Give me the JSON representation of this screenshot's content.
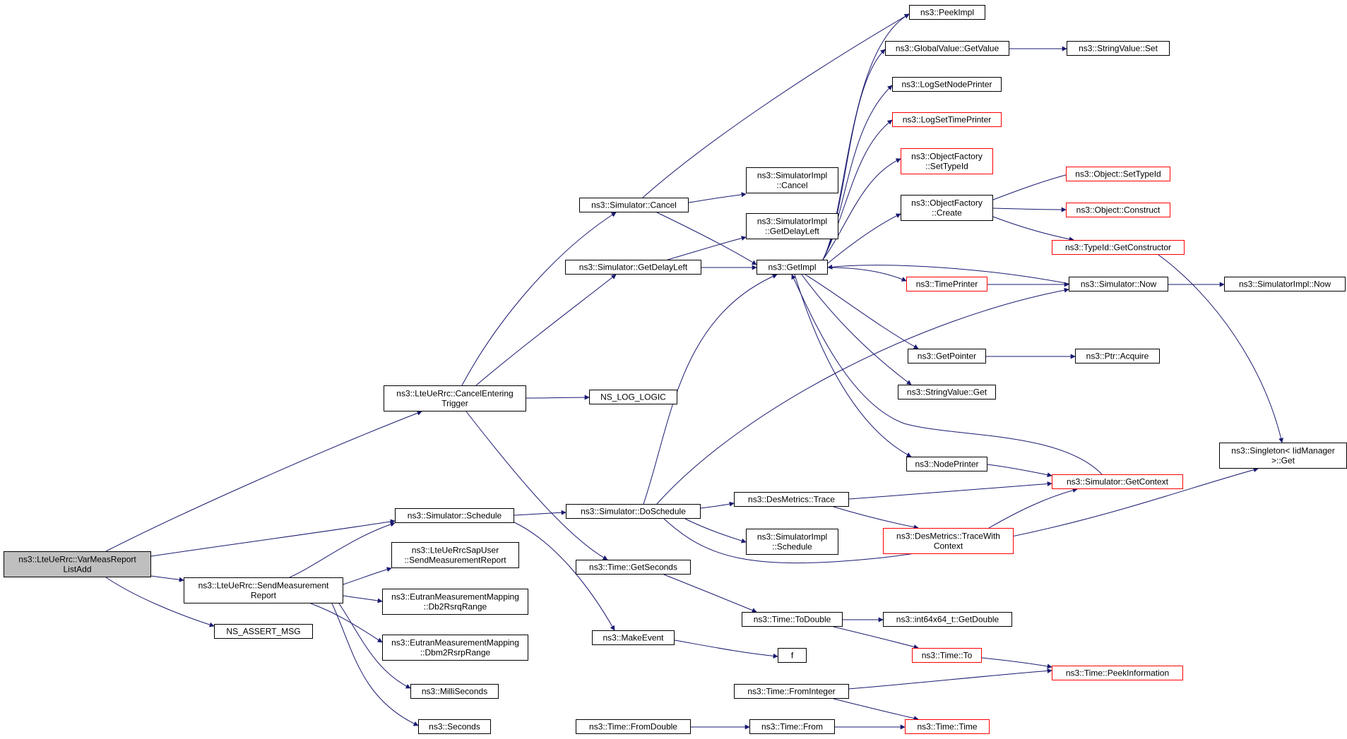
{
  "colors": {
    "edge": "#191970",
    "normal_border": "#000000",
    "truncated_border": "#ff0000",
    "root_fill": "#bfbfbf"
  },
  "nodes": {
    "root": {
      "lines": [
        "ns3::LteUeRrc::VarMeasReport",
        "ListAdd"
      ],
      "style": "root"
    },
    "cancelEntering": {
      "lines": [
        "ns3::LteUeRrc::CancelEntering",
        "Trigger"
      ],
      "style": "black"
    },
    "schedule": {
      "lines": [
        "ns3::Simulator::Schedule"
      ],
      "style": "black"
    },
    "sendMeas": {
      "lines": [
        "ns3::LteUeRrc::SendMeasurement",
        "Report"
      ],
      "style": "black"
    },
    "assertMsg": {
      "lines": [
        "NS_ASSERT_MSG"
      ],
      "style": "black"
    },
    "simCancel": {
      "lines": [
        "ns3::Simulator::Cancel"
      ],
      "style": "black"
    },
    "simGetDelayLeft": {
      "lines": [
        "ns3::Simulator::GetDelayLeft"
      ],
      "style": "black"
    },
    "nsLogLogic": {
      "lines": [
        "NS_LOG_LOGIC"
      ],
      "style": "black"
    },
    "doSchedule": {
      "lines": [
        "ns3::Simulator::DoSchedule"
      ],
      "style": "black"
    },
    "sapUserSend": {
      "lines": [
        "ns3::LteUeRrcSapUser",
        "::SendMeasurementReport"
      ],
      "style": "black"
    },
    "db2Rsrq": {
      "lines": [
        "ns3::EutranMeasurementMapping",
        "::Db2RsrqRange"
      ],
      "style": "black"
    },
    "dbm2Rsrp": {
      "lines": [
        "ns3::EutranMeasurementMapping",
        "::Dbm2RsrpRange"
      ],
      "style": "black"
    },
    "milliSeconds": {
      "lines": [
        "ns3::MilliSeconds"
      ],
      "style": "black"
    },
    "seconds": {
      "lines": [
        "ns3::Seconds"
      ],
      "style": "black"
    },
    "implCancel": {
      "lines": [
        "ns3::SimulatorImpl",
        "::Cancel"
      ],
      "style": "black"
    },
    "implGetDelayLeft": {
      "lines": [
        "ns3::SimulatorImpl",
        "::GetDelayLeft"
      ],
      "style": "black"
    },
    "getImpl": {
      "lines": [
        "ns3::GetImpl"
      ],
      "style": "black"
    },
    "timeGetSeconds": {
      "lines": [
        "ns3::Time::GetSeconds"
      ],
      "style": "black"
    },
    "makeEvent": {
      "lines": [
        "ns3::MakeEvent"
      ],
      "style": "black"
    },
    "timeFromDouble": {
      "lines": [
        "ns3::Time::FromDouble"
      ],
      "style": "black"
    },
    "desTrace": {
      "lines": [
        "ns3::DesMetrics::Trace"
      ],
      "style": "black"
    },
    "implSchedule": {
      "lines": [
        "ns3::SimulatorImpl",
        "::Schedule"
      ],
      "style": "black"
    },
    "timeToDouble": {
      "lines": [
        "ns3::Time::ToDouble"
      ],
      "style": "black"
    },
    "fNode": {
      "lines": [
        "f"
      ],
      "style": "black"
    },
    "timeFromInteger": {
      "lines": [
        "ns3::Time::FromInteger"
      ],
      "style": "black"
    },
    "timeFrom": {
      "lines": [
        "ns3::Time::From"
      ],
      "style": "black"
    },
    "peekImpl": {
      "lines": [
        "ns3::PeekImpl"
      ],
      "style": "black"
    },
    "globalGetValue": {
      "lines": [
        "ns3::GlobalValue::GetValue"
      ],
      "style": "black"
    },
    "logSetNodePrinter": {
      "lines": [
        "ns3::LogSetNodePrinter"
      ],
      "style": "black"
    },
    "logSetTimePrinter": {
      "lines": [
        "ns3::LogSetTimePrinter"
      ],
      "style": "red"
    },
    "ofSetTypeId": {
      "lines": [
        "ns3::ObjectFactory",
        "::SetTypeId"
      ],
      "style": "red"
    },
    "ofCreate": {
      "lines": [
        "ns3::ObjectFactory",
        "::Create"
      ],
      "style": "black"
    },
    "timePrinter": {
      "lines": [
        "ns3::TimePrinter"
      ],
      "style": "red"
    },
    "getPointer": {
      "lines": [
        "ns3::GetPointer"
      ],
      "style": "black"
    },
    "stringValueGet": {
      "lines": [
        "ns3::StringValue::Get"
      ],
      "style": "black"
    },
    "nodePrinter": {
      "lines": [
        "ns3::NodePrinter"
      ],
      "style": "black"
    },
    "desTraceWith": {
      "lines": [
        "ns3::DesMetrics::TraceWith",
        "Context"
      ],
      "style": "red"
    },
    "int64GetDouble": {
      "lines": [
        "ns3::int64x64_t::GetDouble"
      ],
      "style": "black"
    },
    "timeTo": {
      "lines": [
        "ns3::Time::To"
      ],
      "style": "red"
    },
    "timeTime": {
      "lines": [
        "ns3::Time::Time"
      ],
      "style": "red"
    },
    "stringValueSet": {
      "lines": [
        "ns3::StringValue::Set"
      ],
      "style": "black"
    },
    "objSetTypeId": {
      "lines": [
        "ns3::Object::SetTypeId"
      ],
      "style": "red"
    },
    "objConstruct": {
      "lines": [
        "ns3::Object::Construct"
      ],
      "style": "red"
    },
    "typeIdGetCtor": {
      "lines": [
        "ns3::TypeId::GetConstructor"
      ],
      "style": "red"
    },
    "simNow": {
      "lines": [
        "ns3::Simulator::Now"
      ],
      "style": "black"
    },
    "ptrAcquire": {
      "lines": [
        "ns3::Ptr::Acquire"
      ],
      "style": "black"
    },
    "simGetContext": {
      "lines": [
        "ns3::Simulator::GetContext"
      ],
      "style": "red"
    },
    "timePeekInfo": {
      "lines": [
        "ns3::Time::PeekInformation"
      ],
      "style": "red"
    },
    "implNow": {
      "lines": [
        "ns3::SimulatorImpl::Now"
      ],
      "style": "black"
    },
    "singletonGet": {
      "lines": [
        "ns3::Singleton< IidManager",
        ">::Get"
      ],
      "style": "black"
    }
  }
}
